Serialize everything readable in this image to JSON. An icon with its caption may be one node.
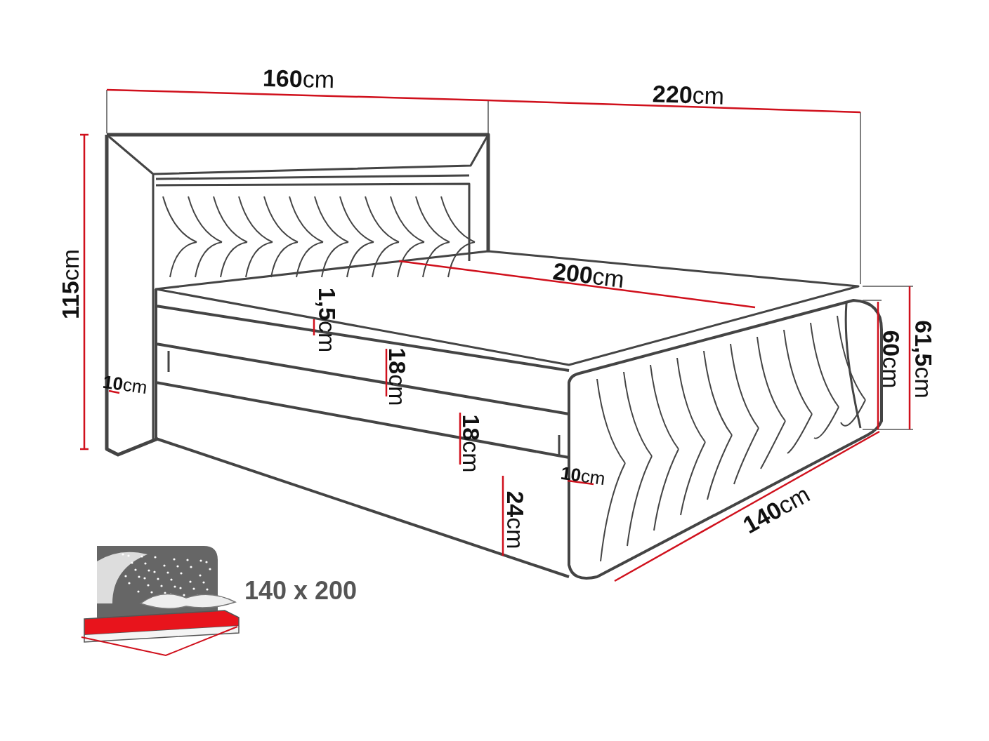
{
  "diagram": {
    "labels": [
      "**160**cm",
      "**220**cm",
      "**115**cm",
      "**200**cm",
      "**1,5**cm",
      "**18**cm",
      "**10**cm",
      "**61,5**cm",
      "**60**cm",
      "**18**cm",
      "**10**cm",
      "**24**cm",
      "**140**cm",
      "140 x 200"
    ]
  }
}
